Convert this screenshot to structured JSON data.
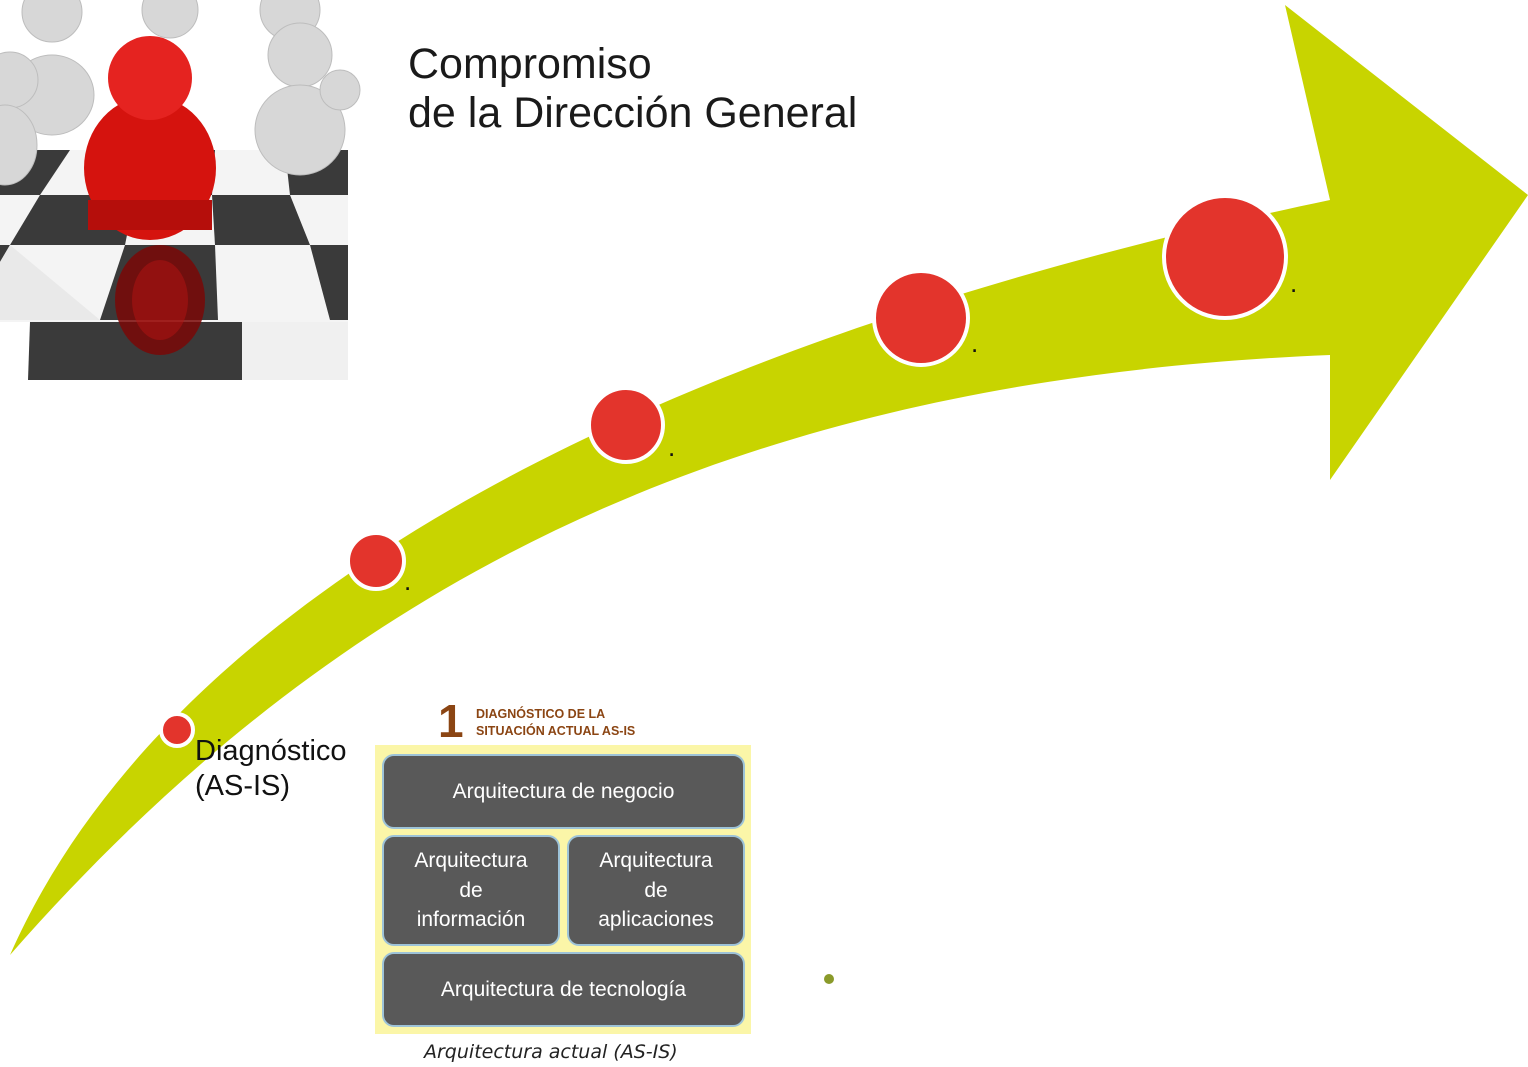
{
  "header": {
    "title_line1": "Compromiso",
    "title_line2": "de la Dirección General"
  },
  "milestones": [
    {
      "label": "Diagnóstico\n(AS-IS)"
    },
    {
      "label": "."
    },
    {
      "label": "."
    },
    {
      "label": "."
    },
    {
      "label": "."
    }
  ],
  "diagnosis": {
    "step_number": "1",
    "step_title_line1": "DIAGNÓSTICO DE LA",
    "step_title_line2": "SITUACIÓN ACTUAL AS-IS",
    "boxes": {
      "business": "Arquitectura de negocio",
      "information": "Arquitectura\nde\ninformación",
      "applications": "Arquitectura\nde\naplicaciones",
      "technology": "Arquitectura de tecnología"
    },
    "caption": "Arquitectura actual (AS-IS)"
  },
  "colors": {
    "arrow": "#c8d400",
    "milestone": "#e3342c",
    "box": "#595959",
    "panel": "#fbf6a8",
    "step_accent": "#8b4513"
  },
  "icons": {
    "leader_image": "chess-leader-figure-icon"
  }
}
